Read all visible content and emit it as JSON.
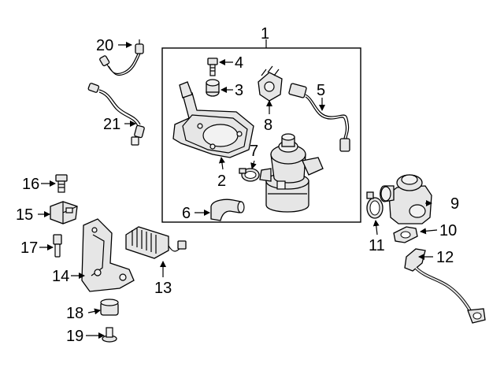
{
  "callouts": {
    "n1": "1",
    "n2": "2",
    "n3": "3",
    "n4": "4",
    "n5": "5",
    "n6": "6",
    "n7": "7",
    "n8": "8",
    "n9": "9",
    "n10": "10",
    "n11": "11",
    "n12": "12",
    "n13": "13",
    "n14": "14",
    "n15": "15",
    "n16": "16",
    "n17": "17",
    "n18": "18",
    "n19": "19",
    "n20": "20",
    "n21": "21"
  }
}
